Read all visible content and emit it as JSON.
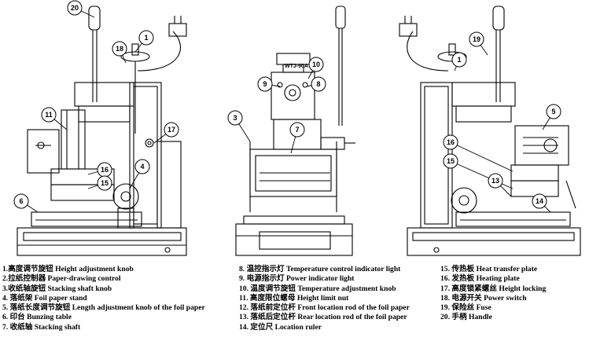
{
  "callouts": {
    "left": [
      "20",
      "1",
      "18",
      "11",
      "17",
      "16",
      "15",
      "4",
      "6"
    ],
    "middle": [
      "10",
      "9",
      "8",
      "3",
      "7"
    ],
    "right": [
      "19",
      "1",
      "5",
      "16",
      "15",
      "13",
      "14"
    ]
  },
  "panel_label": "WTJ-90A",
  "legend": {
    "col1": [
      "1.高度调节旋钮 Height adjustment knob",
      "2.拉纸控制器 Paper-drawing control",
      "3.收纸轴旋钮 Stacking shaft knob",
      "4. 落纸架 Foil paper stand",
      "5. 落纸长度调节旋钮 Length adjustment knob of the foil paper",
      "6. 印台 Bunzing table",
      "7. 收纸轴 Stacking shaft"
    ],
    "col2": [
      "8. 温控指示灯 Temperature control indicator light",
      "9. 电源指示灯 Power indicator light",
      "10. 温度调节旋钮 Temperature adjustment knob",
      "11. 高度限位螺母 Height limit nut",
      "12. 落纸前定位杆 Front location rod of the foil paper",
      "13. 落纸后定位杆 Rear location rod of the foil paper",
      "14. 定位尺 Location ruler"
    ],
    "col3": [
      "15. 传热板 Heat transfer plate",
      "16. 发热板 Heating plate",
      "17. 高度锁紧螺丝 Height locking",
      "18. 电源开关 Power switch",
      "19. 保险丝 Fuse",
      "20.  手柄 Handle"
    ]
  }
}
